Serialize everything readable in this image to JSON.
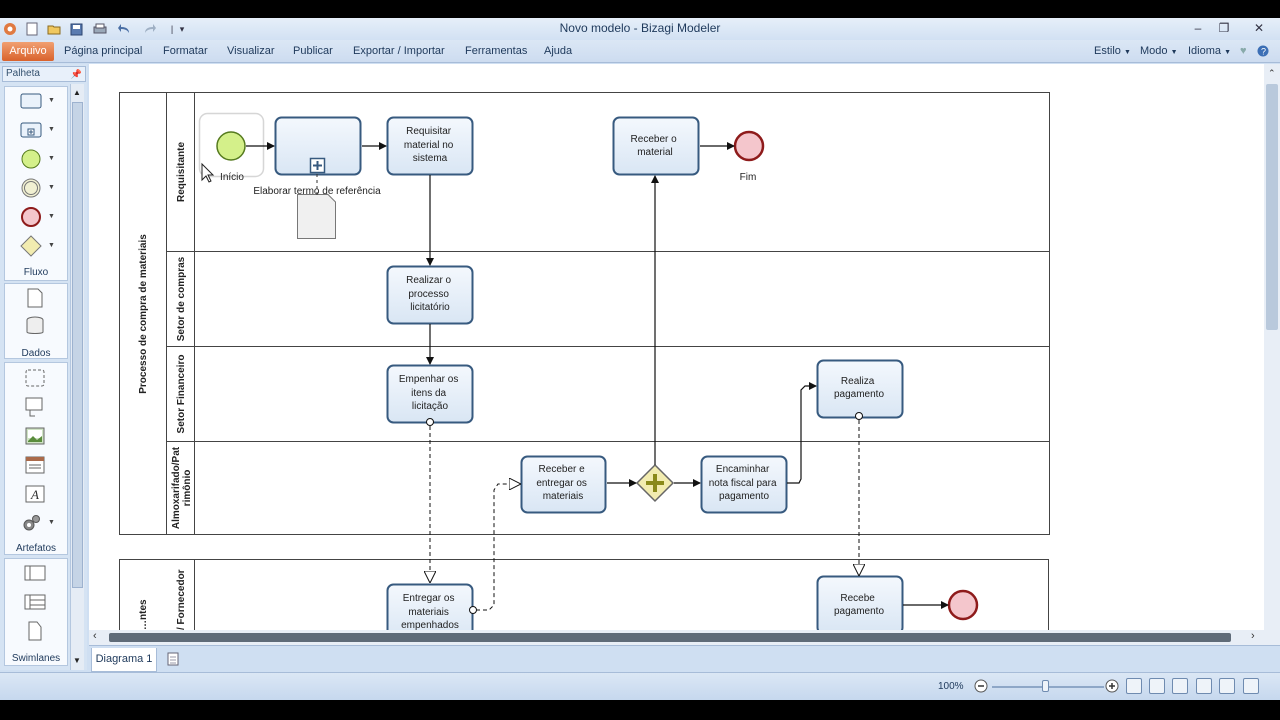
{
  "window": {
    "title": "Novo modelo - Bizagi Modeler",
    "controls": {
      "minimize": "–",
      "restore": "❐",
      "close": "✕"
    }
  },
  "quick_access": [
    "app-logo-icon",
    "new-icon",
    "open-icon",
    "save-icon",
    "print-icon",
    "undo-icon",
    "redo-icon",
    "customize-icon"
  ],
  "menu": {
    "file": "Arquivo",
    "items": [
      "Página principal",
      "Formatar",
      "Visualizar",
      "Publicar",
      "Exportar / Importar",
      "Ferramentas",
      "Ajuda"
    ],
    "right": [
      "Estilo",
      "Modo",
      "Idioma"
    ]
  },
  "palette": {
    "title": "Palheta",
    "sections": {
      "flow": "Fluxo",
      "data": "Dados",
      "artifacts": "Artefatos",
      "swimlanes": "Swimlanes"
    }
  },
  "pool1": {
    "name": "Processo de compra de materiais",
    "lanes": [
      "Requisitante",
      "Setor de compras",
      "Setor Financeiro",
      "Almoxarifado/Patrimônio"
    ]
  },
  "pool2": {
    "name": "…ntes",
    "lane": "/ Fornecedor"
  },
  "elements": {
    "start_label": "Início",
    "subprocess_label": "Elaborar termo de referência",
    "t_requisitar": [
      "Requisitar",
      "material no",
      "sistema"
    ],
    "t_receber_material": [
      "Receber o",
      "material"
    ],
    "end_label": "Fim",
    "t_licitatorio": [
      "Realizar o",
      "processo",
      "licitatório"
    ],
    "t_empenhar": [
      "Empenhar os",
      "itens da",
      "licitação"
    ],
    "t_realiza_pagamento": [
      "Realiza",
      "pagamento"
    ],
    "t_receber_entregar": [
      "Receber e",
      "entregar os",
      "materiais"
    ],
    "t_encaminhar": [
      "Encaminhar",
      "nota fiscal para",
      "pagamento"
    ],
    "t_entregar": [
      "Entregar os",
      "materiais",
      "empenhados"
    ],
    "t_recebe_pagamento": [
      "Recebe",
      "pagamento"
    ]
  },
  "tabs": [
    "Diagrama 1"
  ],
  "status": {
    "zoom": "100%"
  },
  "colors": {
    "task_fill_top": "#f4f8fd",
    "task_fill_bottom": "#d9e6f4",
    "task_stroke": "#375a7f",
    "start_fill": "#d4f08a",
    "end_fill": "#f4c6cc",
    "end_stroke": "#8e1b1b",
    "gateway_fill": "#f2ecb0",
    "accent_orange": "#e07a42"
  }
}
